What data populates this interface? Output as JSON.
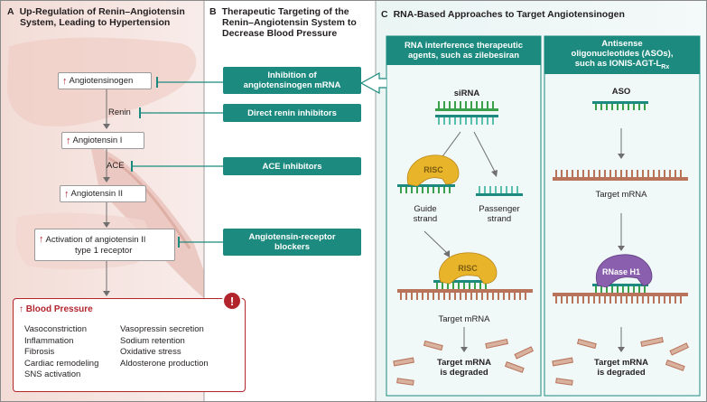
{
  "panel_a": {
    "letter": "A",
    "title_line1": "Up-Regulation of Renin–Angiotensin",
    "title_line2": "System, Leading to Hypertension",
    "angiotensinogen": "Angiotensinogen",
    "renin": "Renin",
    "angiotensin1": "Angiotensin I",
    "ace": "ACE",
    "angiotensin2": "Angiotensin II",
    "at1_line1": "Activation of angiotensin II",
    "at1_line2": "type 1 receptor",
    "up_arrow": "↑",
    "bp": {
      "title": "Blood Pressure",
      "alert": "!",
      "col1": [
        "Vasoconstriction",
        "Inflammation",
        "Fibrosis",
        "Cardiac remodeling",
        "SNS activation"
      ],
      "col2": [
        "Vasopressin secretion",
        "Sodium retention",
        "Oxidative stress",
        "Aldosterone production"
      ]
    }
  },
  "panel_b": {
    "letter": "B",
    "title_line1": "Therapeutic Targeting of the",
    "title_line2": "Renin–Angiotensin System to",
    "title_line3": "Decrease Blood Pressure",
    "box1_line1": "Inhibition of",
    "box1_line2": "angiotensinogen mRNA",
    "box2": "Direct renin inhibitors",
    "box3": "ACE inhibitors",
    "box4_line1": "Angiotensin-receptor",
    "box4_line2": "blockers"
  },
  "panel_c": {
    "letter": "C",
    "title": "RNA-Based Approaches to Target Angiotensinogen",
    "left_head_line1": "RNA interference therapeutic",
    "left_head_line2": "agents, such as zilebesiran",
    "right_head_line1": "Antisense",
    "right_head_line2": "oligonucleotides (ASOs),",
    "right_head_line3": "such as IONIS-AGT-L",
    "right_head_sub": "Rx",
    "sirna": "siRNA",
    "risc": "RISC",
    "guide_line1": "Guide",
    "guide_line2": "strand",
    "passenger_line1": "Passenger",
    "passenger_line2": "strand",
    "target_mrna_left": "Target mRNA",
    "degraded_left_line1": "Target mRNA",
    "degraded_left_line2": "is degraded",
    "aso": "ASO",
    "target_mrna_right": "Target mRNA",
    "rnase": "RNase H1",
    "degraded_right_line1": "Target mRNA",
    "degraded_right_line2": "is degraded"
  },
  "colors": {
    "teal": "#1c8a7e",
    "teal_light": "#e3f1f1",
    "red": "#b3252d",
    "pink": "#f6e4e1",
    "risc_yellow": "#e8b52a",
    "rnase_purple": "#8a5fae",
    "strand_green": "#3aa04a",
    "mrna_brown": "#b8735a"
  }
}
